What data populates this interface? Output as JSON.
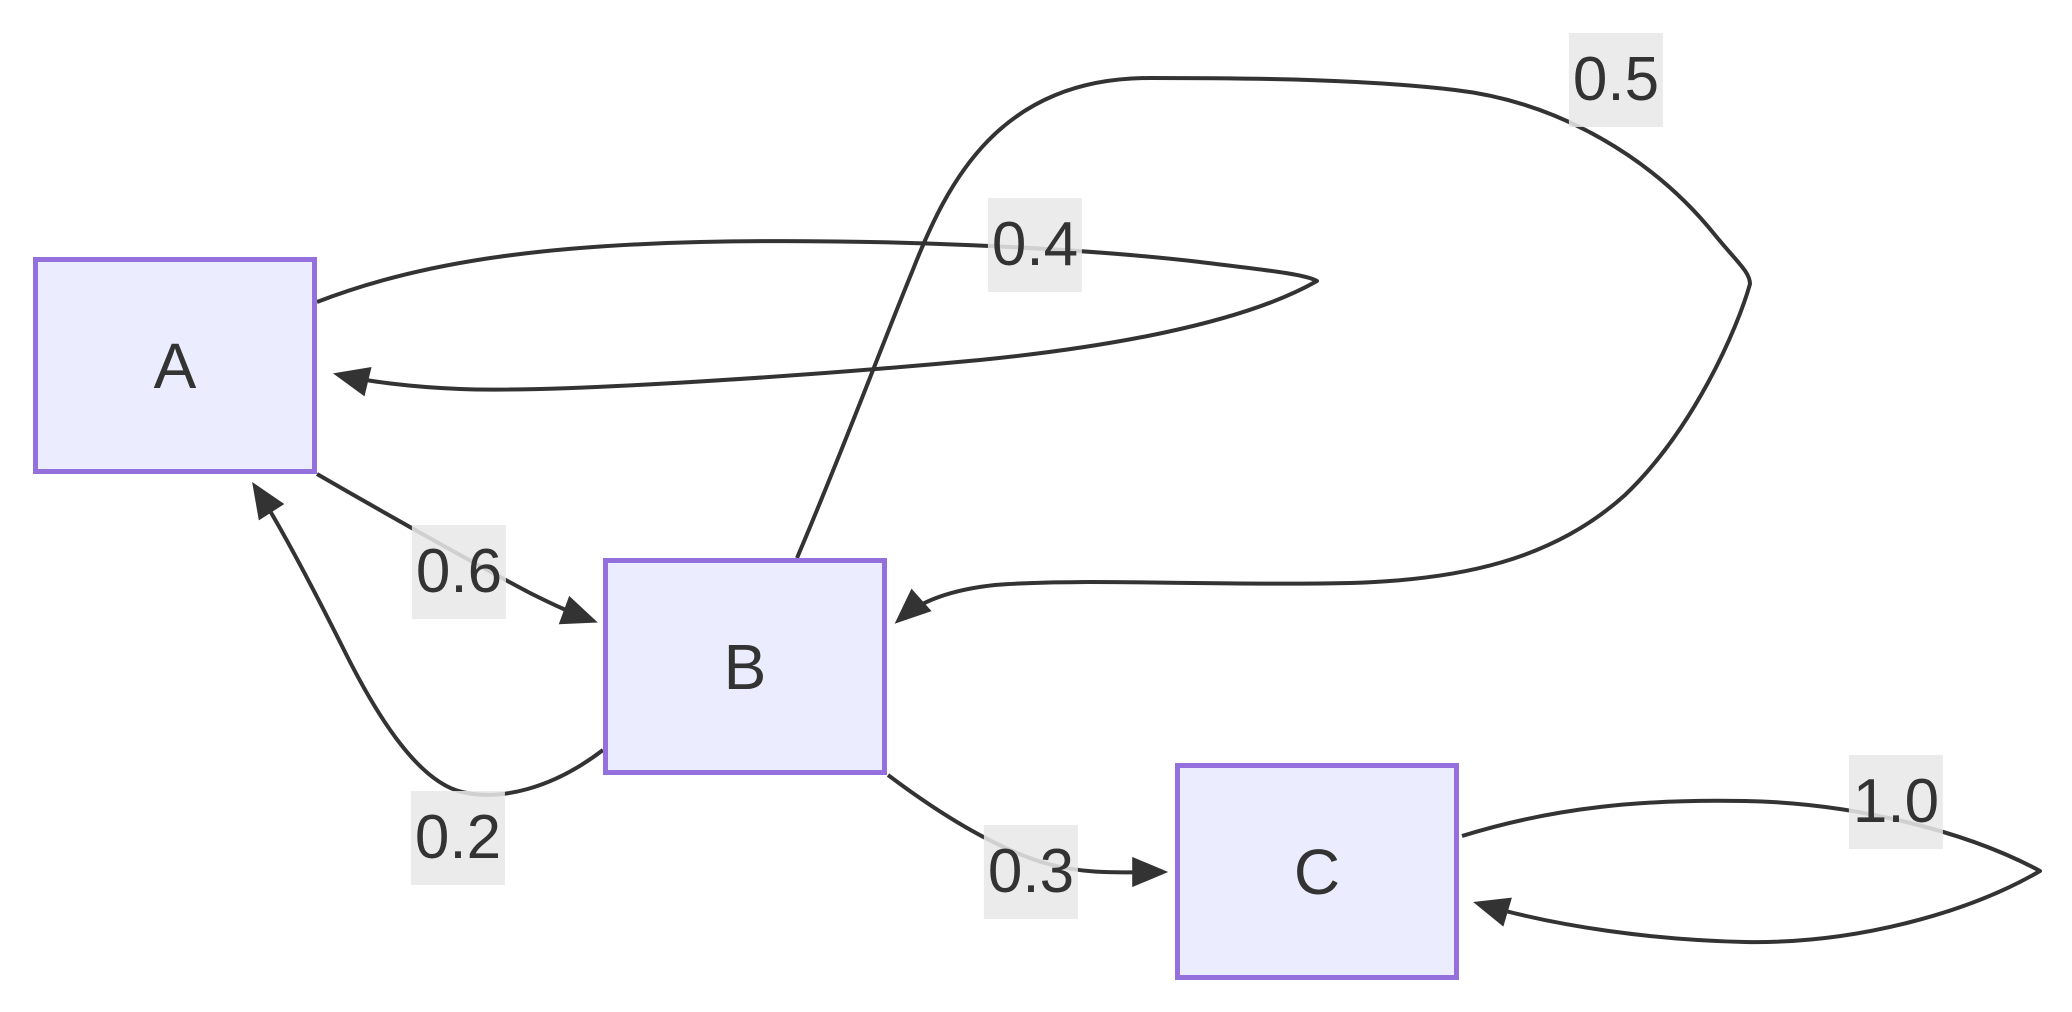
{
  "diagram": {
    "type": "state-transition-graph",
    "nodes": [
      {
        "id": "A",
        "label": "A"
      },
      {
        "id": "B",
        "label": "B"
      },
      {
        "id": "C",
        "label": "C"
      }
    ],
    "edges": [
      {
        "from": "A",
        "to": "A",
        "label": "0.4"
      },
      {
        "from": "A",
        "to": "B",
        "label": "0.6"
      },
      {
        "from": "B",
        "to": "A",
        "label": "0.2"
      },
      {
        "from": "B",
        "to": "B",
        "label": "0.5"
      },
      {
        "from": "B",
        "to": "C",
        "label": "0.3"
      },
      {
        "from": "C",
        "to": "C",
        "label": "1.0"
      }
    ],
    "colors": {
      "background": "#ffffff",
      "node_fill": "#ECECFF",
      "node_border": "#9370DB",
      "edge_stroke": "#333333",
      "edge_label_background": "#e8e8e8",
      "text": "#333333"
    }
  }
}
